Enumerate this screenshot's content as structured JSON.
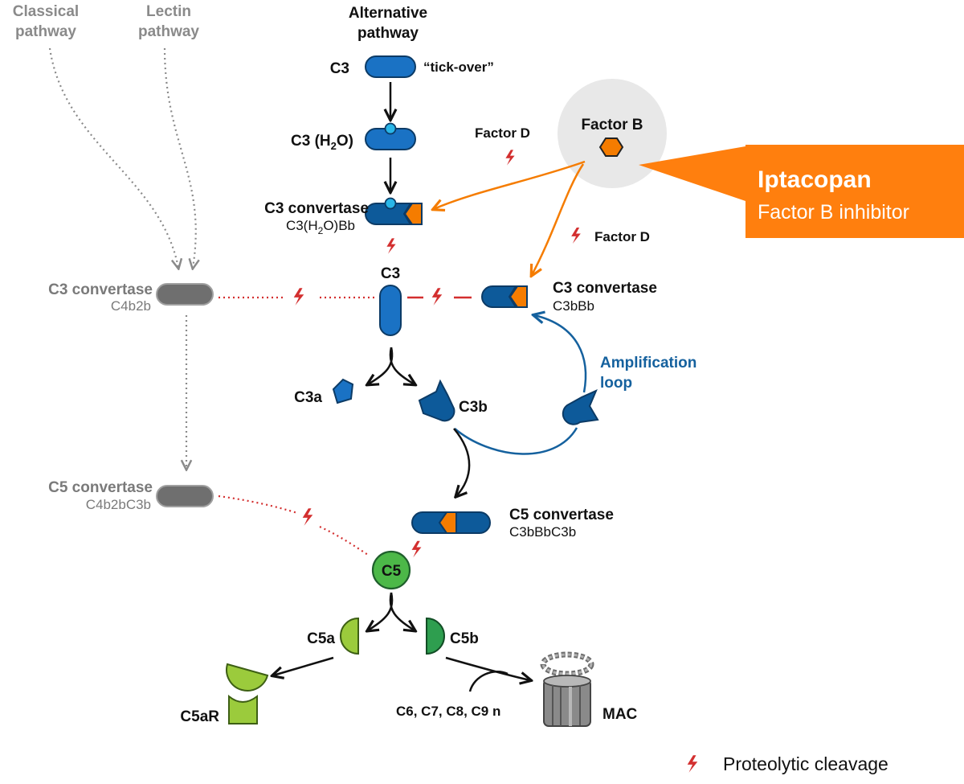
{
  "pathways": {
    "classical_line1": "Classical",
    "classical_line2": "pathway",
    "lectin_line1": "Lectin",
    "lectin_line2": "pathway",
    "alternative_line1": "Alternative",
    "alternative_line2": "pathway"
  },
  "alt": {
    "c3": "C3",
    "tickover": "“tick-over”",
    "c3h2o": "C3 (H",
    "c3h2o_sub": "2",
    "c3h2o_end": "O)",
    "conv1_title": "C3 convertase",
    "conv1_sub_a": "C3(H",
    "conv1_sub_b": "2",
    "conv1_sub_c": "O)Bb",
    "c3_center": "C3",
    "c3a": "C3a",
    "c3b": "C3b"
  },
  "factor_b": {
    "label": "Factor B"
  },
  "factor_d": {
    "top": "Factor D",
    "right": "Factor D"
  },
  "inhibitor": {
    "name": "Iptacopan",
    "desc": "Factor B inhibitor"
  },
  "left": {
    "c3conv_title": "C3 convertase",
    "c3conv_sub": "C4b2b",
    "c5conv_title": "C5 convertase",
    "c5conv_sub": "C4b2bC3b"
  },
  "right": {
    "c3conv_title": "C3 convertase",
    "c3conv_sub": "C3bBb",
    "amp_line1": "Amplification",
    "amp_line2": "loop"
  },
  "c5": {
    "conv_title": "C5 convertase",
    "conv_sub": "C3bBbC3b",
    "c5": "C5",
    "c5a": "C5a",
    "c5b": "C5b",
    "c5ar": "C5aR",
    "mac": "MAC",
    "c6c9": "C6, C7, C8, C9 n"
  },
  "legend": {
    "label": "Proteolytic cleavage"
  },
  "colors": {
    "dark_blue": "#0d5a9a",
    "mid_blue": "#1a72c4",
    "cyan": "#29b6e8",
    "orange": "#f57c00",
    "orange_box": "#ff7f0e",
    "red": "#d32f2f",
    "gray": "#7a7a7a",
    "green": "#4cb848",
    "lime": "#9bcb3c",
    "green_dark": "#2e9e4f",
    "loop_blue": "#15619e"
  }
}
